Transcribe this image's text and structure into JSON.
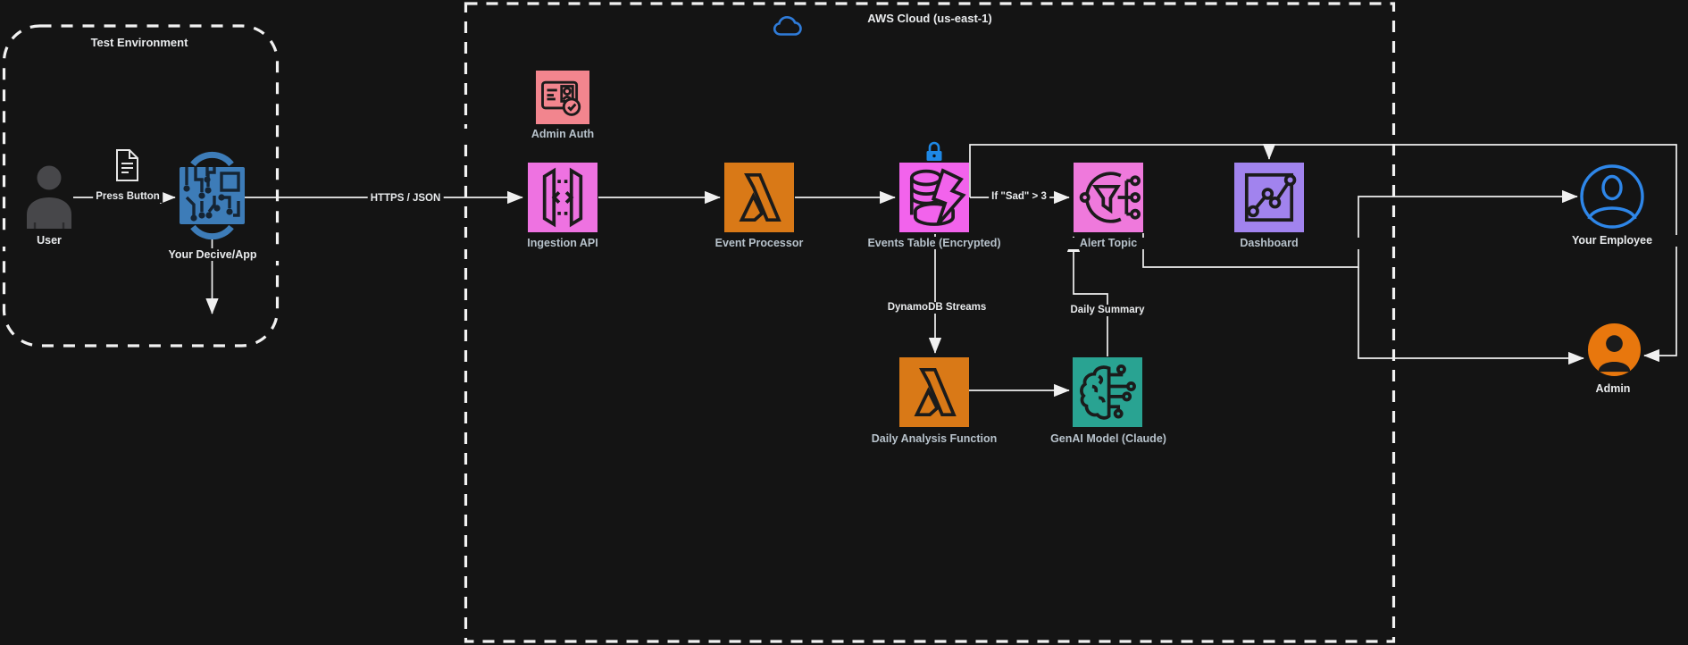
{
  "canvas": {
    "background": "#141414",
    "connector_color": "#f0f0f0",
    "boundary_color": "#f2f2f2"
  },
  "groups": {
    "test_environment": {
      "label": "Test Environment"
    },
    "aws_cloud": {
      "label": "AWS Cloud (us-east-1)",
      "cloud_icon_color": "#2f7bd8"
    }
  },
  "nodes": {
    "user": {
      "label": "User",
      "fill": "#47474a"
    },
    "device": {
      "label": "Your Decive/App",
      "fill": "#3d7cb8"
    },
    "admin_auth": {
      "label": "Admin Auth",
      "fill": "#f2858e"
    },
    "ingestion_api": {
      "label": "Ingestion API",
      "fill": "#ee72e1"
    },
    "event_processor": {
      "label": "Event Processor",
      "fill": "#d97917"
    },
    "events_table": {
      "label": "Events Table (Encrypted)",
      "fill": "#f263ec",
      "lock_color": "#1e88e5"
    },
    "alert_topic": {
      "label": "Alert Topic",
      "fill": "#ef79dc"
    },
    "dashboard": {
      "label": "Dashboard",
      "fill": "#a183ee"
    },
    "daily_analysis": {
      "label": "Daily Analysis Function",
      "fill": "#d97917"
    },
    "genai_model": {
      "label": "GenAI Model (Claude)",
      "fill": "#29a392"
    },
    "your_employee": {
      "label": "Your Employee",
      "fill": "#2e86e8"
    },
    "admin": {
      "label": "Admin",
      "fill": "#e8770d"
    }
  },
  "edges": {
    "press_button": {
      "label": "Press Button",
      "from": "User",
      "to": "Your Decive/App"
    },
    "device_down": {
      "label": "",
      "from": "Your Decive/App",
      "to": ""
    },
    "https_json": {
      "label": "HTTPS / JSON",
      "from": "Your Decive/App",
      "to": "Ingestion API"
    },
    "api_to_processor": {
      "label": "",
      "from": "Ingestion API",
      "to": "Event Processor"
    },
    "processor_to_table": {
      "label": "",
      "from": "Event Processor",
      "to": "Events Table (Encrypted)"
    },
    "if_sad": {
      "label": "If \"Sad\" > 3",
      "from": "Events Table (Encrypted)",
      "to": "Alert Topic"
    },
    "dynamodb_streams": {
      "label": "DynamoDB Streams",
      "from": "Events Table (Encrypted)",
      "to": "Daily Analysis Function"
    },
    "analysis_to_genai": {
      "label": "",
      "from": "Daily Analysis Function",
      "to": "GenAI Model (Claude)"
    },
    "daily_summary": {
      "label": "Daily Summary",
      "from": "GenAI Model (Claude)",
      "to": "Alert Topic"
    },
    "table_top_loop": {
      "label": "",
      "from": "Events Table (Encrypted)",
      "to": "Admin"
    },
    "loop_to_dashboard": {
      "label": "",
      "from": "Events Table (Encrypted)",
      "to": "Dashboard"
    },
    "alert_to_employee": {
      "label": "",
      "from": "Alert Topic",
      "to": "Your Employee"
    },
    "alert_to_admin": {
      "label": "",
      "from": "Alert Topic",
      "to": "Admin"
    }
  }
}
